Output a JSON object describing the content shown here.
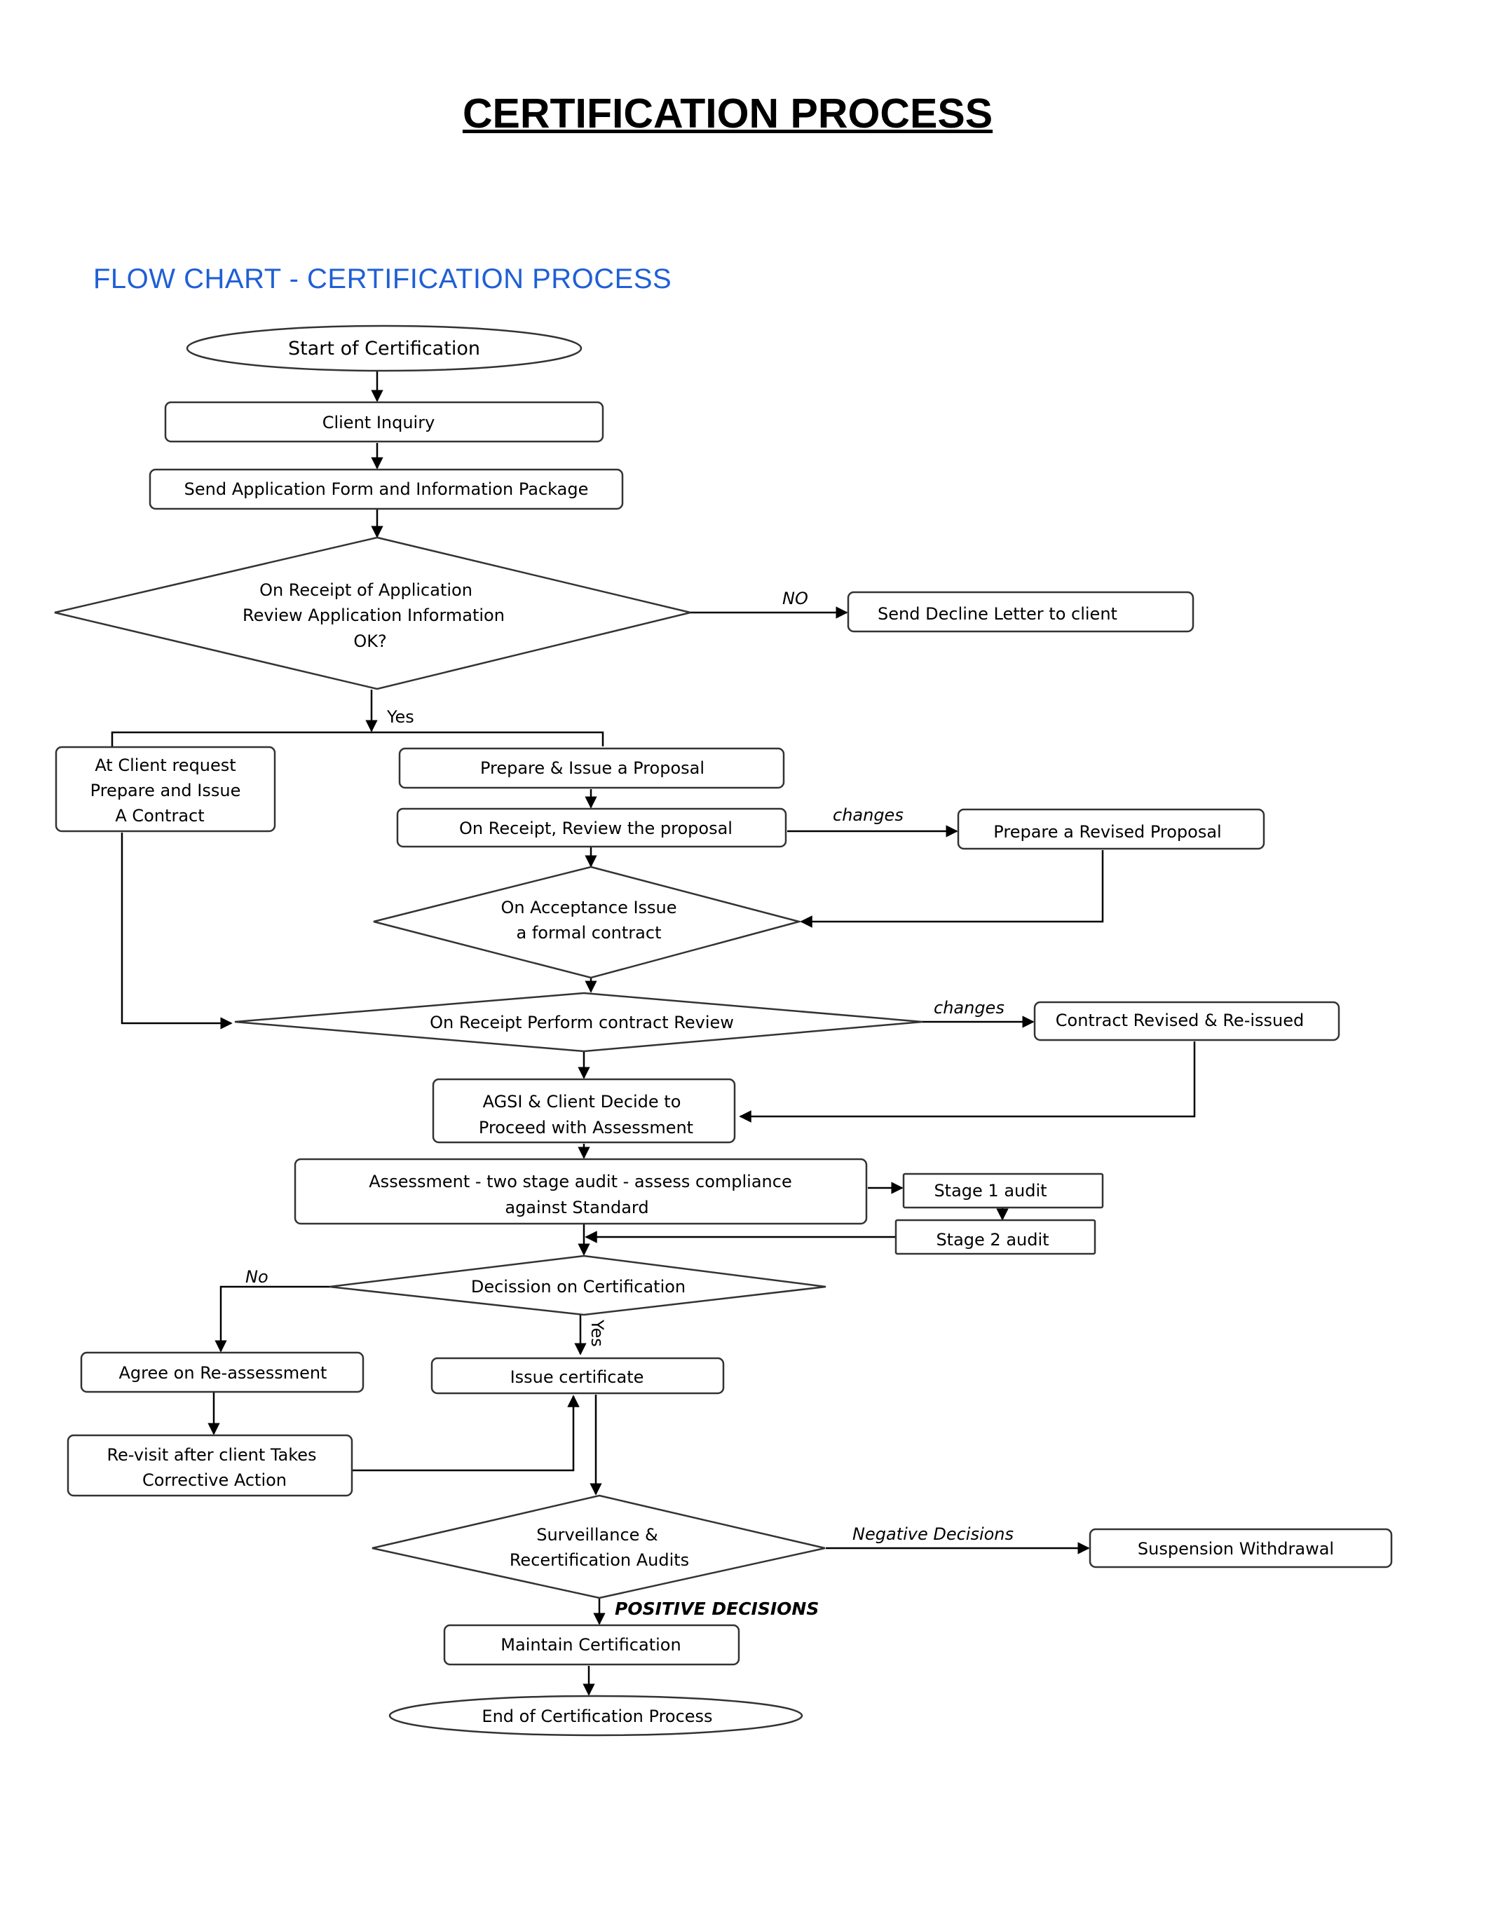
{
  "page_title": "CERTIFICATION PROCESS",
  "chart_title": "FLOW CHART - CERTIFICATION PROCESS",
  "nodes": {
    "start": "Start of Certification",
    "client_inquiry": "Client Inquiry",
    "send_application": "Send Application Form and Information Package",
    "review_application": [
      "On Receipt of Application",
      "Review Application Information",
      "OK?"
    ],
    "decline_letter": "Send Decline Letter to client",
    "client_contract": [
      "At Client request",
      "Prepare and Issue",
      "A Contract"
    ],
    "prepare_proposal": "Prepare & Issue a Proposal",
    "review_proposal": "On Receipt, Review the proposal",
    "revised_proposal": "Prepare a Revised Proposal",
    "acceptance": [
      "On Acceptance Issue",
      "a formal contract"
    ],
    "contract_review": "On Receipt Perform contract Review",
    "contract_revised": "Contract Revised & Re-issued",
    "decide_proceed": [
      "AGSI & Client Decide to",
      "Proceed with Assessment"
    ],
    "assessment": [
      "Assessment - two stage audit - assess compliance",
      "against Standard"
    ],
    "stage1": "Stage 1 audit",
    "stage2": "Stage 2 audit",
    "decision": "Decission on Certification",
    "reassessment": "Agree on Re-assessment",
    "revisit": [
      "Re-visit after client Takes",
      "Corrective Action"
    ],
    "issue_certificate": "Issue certificate",
    "surveillance": [
      "Surveillance &",
      "Recertification Audits"
    ],
    "suspension": "Suspension Withdrawal",
    "maintain": "Maintain Certification",
    "end": "End of Certification Process"
  },
  "edge_labels": {
    "no_upper": "NO",
    "yes_upper": "Yes",
    "changes_proposal": "changes",
    "changes_contract": "changes",
    "no_decision": "No",
    "yes_decision": "Yes",
    "negative": "Negative Decisions",
    "positive": "POSITIVE DECISIONS"
  }
}
